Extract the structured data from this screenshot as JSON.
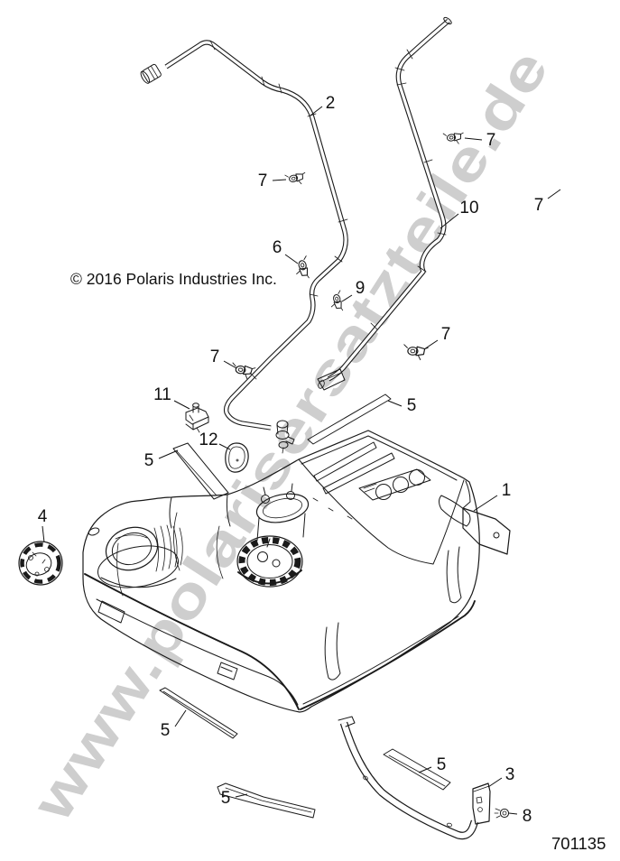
{
  "diagram": {
    "watermark": "www.polarisersatzteile.de",
    "copyright": "© 2016 Polaris Industries Inc.",
    "part_number": "701135"
  },
  "colors": {
    "line": "#1a1a1a",
    "watermark": "#cecece",
    "text": "#111111",
    "background": "#ffffff"
  },
  "callouts": {
    "c1": {
      "label": "1"
    },
    "c2": {
      "label": "2"
    },
    "c3": {
      "label": "3"
    },
    "c4": {
      "label": "4"
    },
    "c5a": {
      "label": "5"
    },
    "c5b": {
      "label": "5"
    },
    "c5c": {
      "label": "5"
    },
    "c5d": {
      "label": "5"
    },
    "c5e": {
      "label": "5"
    },
    "c6": {
      "label": "6"
    },
    "c7a": {
      "label": "7"
    },
    "c7b": {
      "label": "7"
    },
    "c7c": {
      "label": "7"
    },
    "c7d": {
      "label": "7"
    },
    "c7e": {
      "label": "7"
    },
    "c8": {
      "label": "8"
    },
    "c9": {
      "label": "9"
    },
    "c10": {
      "label": "10"
    },
    "c11": {
      "label": "11"
    },
    "c12": {
      "label": "12"
    }
  }
}
